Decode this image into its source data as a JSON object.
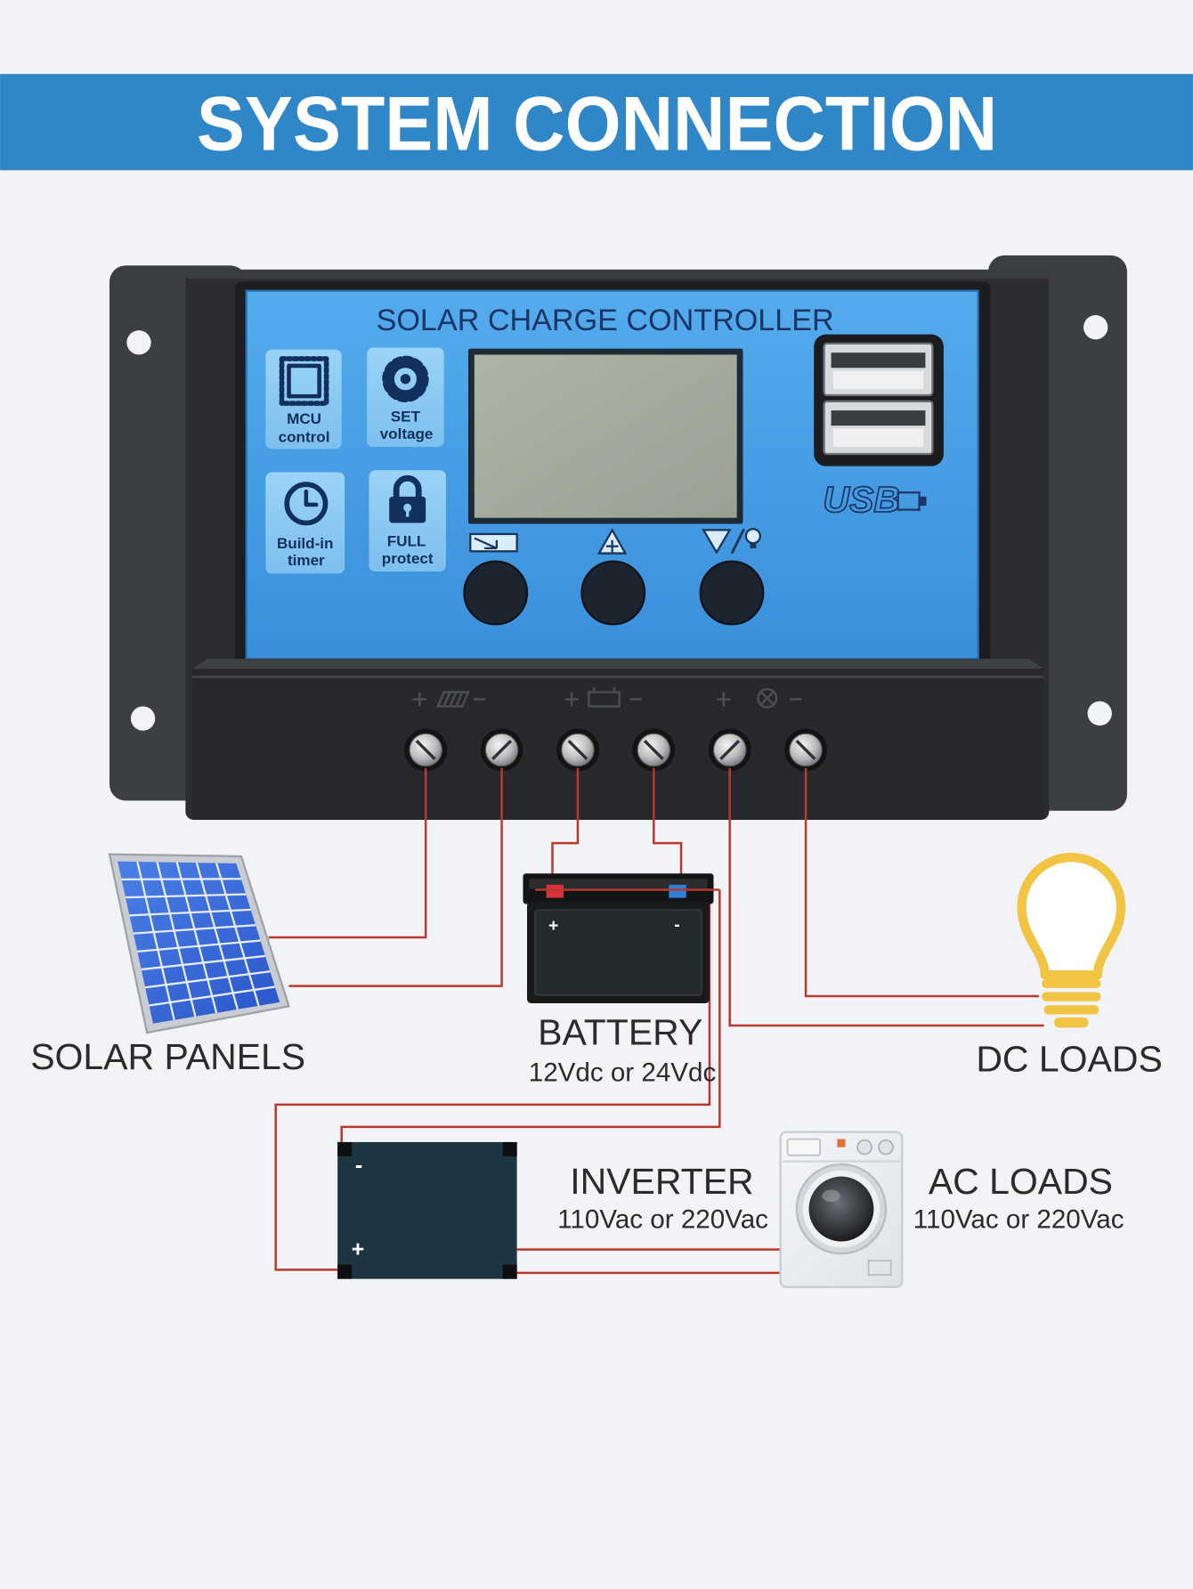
{
  "header": {
    "title": "SYSTEM CONNECTION"
  },
  "controller": {
    "label": "SOLAR CHARGE CONTROLLER",
    "features": [
      {
        "icon": "chip-icon",
        "line1": "MCU",
        "line2": "control"
      },
      {
        "icon": "gear-icon",
        "line1": "SET",
        "line2": "voltage"
      },
      {
        "icon": "clock-icon",
        "line1": "Build-in",
        "line2": "timer"
      },
      {
        "icon": "lock-icon",
        "line1": "FULL",
        "line2": "protect"
      }
    ],
    "buttons": [
      {
        "icon": "menu-icon"
      },
      {
        "icon": "up-arrow-icon"
      },
      {
        "icon": "down-arrow-light-icon"
      }
    ],
    "usb": {
      "label": "USB",
      "icon": "usb-plug-icon"
    },
    "terminal_groups": [
      {
        "icon": "solar-panel-icon"
      },
      {
        "icon": "battery-icon"
      },
      {
        "icon": "bulb-icon"
      }
    ]
  },
  "components": {
    "solar_panels": {
      "label": "SOLAR PANELS"
    },
    "battery": {
      "label": "BATTERY",
      "spec": "12Vdc or 24Vdc",
      "positive": "+",
      "negative": "-"
    },
    "dc_loads": {
      "label": "DC LOADS"
    },
    "inverter": {
      "label": "INVERTER",
      "spec": "110Vac or 220Vac",
      "negative": "-",
      "positive": "+"
    },
    "ac_loads": {
      "label": "AC LOADS",
      "spec": "110Vac or 220Vac"
    }
  },
  "colors": {
    "page_background": "#f1f3f6",
    "header_background": "#2f87c8",
    "header_text": "#ffffff",
    "panel_blue": "#45a0e6",
    "wire": "#b83a2e",
    "bulb": "#f2c443",
    "battery_positive": "#d8323a",
    "battery_negative": "#2f7fd8"
  }
}
